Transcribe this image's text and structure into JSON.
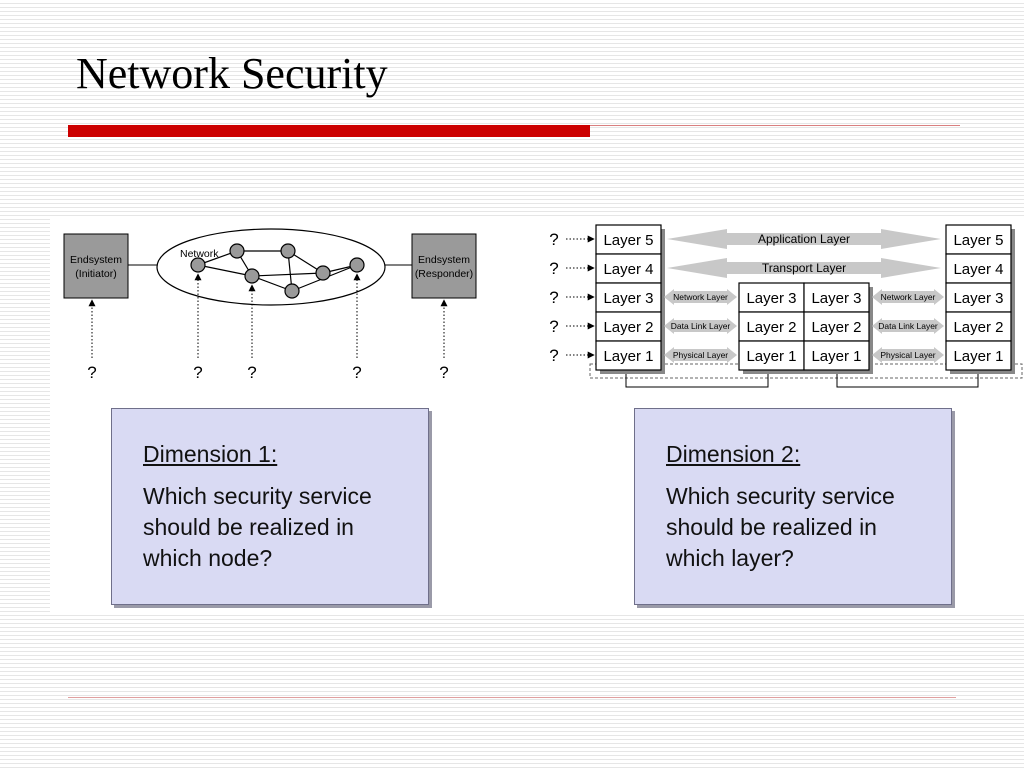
{
  "title": "Network Security",
  "diagram_left": {
    "initiator": [
      "Endsystem",
      "(Initiator)"
    ],
    "responder": [
      "Endsystem",
      "(Responder)"
    ],
    "network_label": "Network",
    "question_mark": "?"
  },
  "diagram_right": {
    "layers": [
      "Layer 5",
      "Layer 4",
      "Layer 3",
      "Layer 2",
      "Layer 1"
    ],
    "middle_layers": [
      "Layer 3",
      "Layer 2",
      "Layer 1"
    ],
    "application_layer": "Application Layer",
    "transport_layer": "Transport Layer",
    "network_layer": "Network Layer",
    "data_link_layer": "Data Link Layer",
    "physical_layer": "Physical Layer",
    "question_mark": "?"
  },
  "dimension1": {
    "heading": "Dimension 1:",
    "lines": [
      "Which security service",
      "should be realized in",
      "which node?"
    ]
  },
  "dimension2": {
    "heading": "Dimension 2:",
    "lines": [
      "Which security service",
      "should be realized in",
      "which layer?"
    ]
  },
  "colors": {
    "accent_red": "#cc0000",
    "box_fill": "#d9daf3",
    "node_gray": "#9a9a9a"
  }
}
